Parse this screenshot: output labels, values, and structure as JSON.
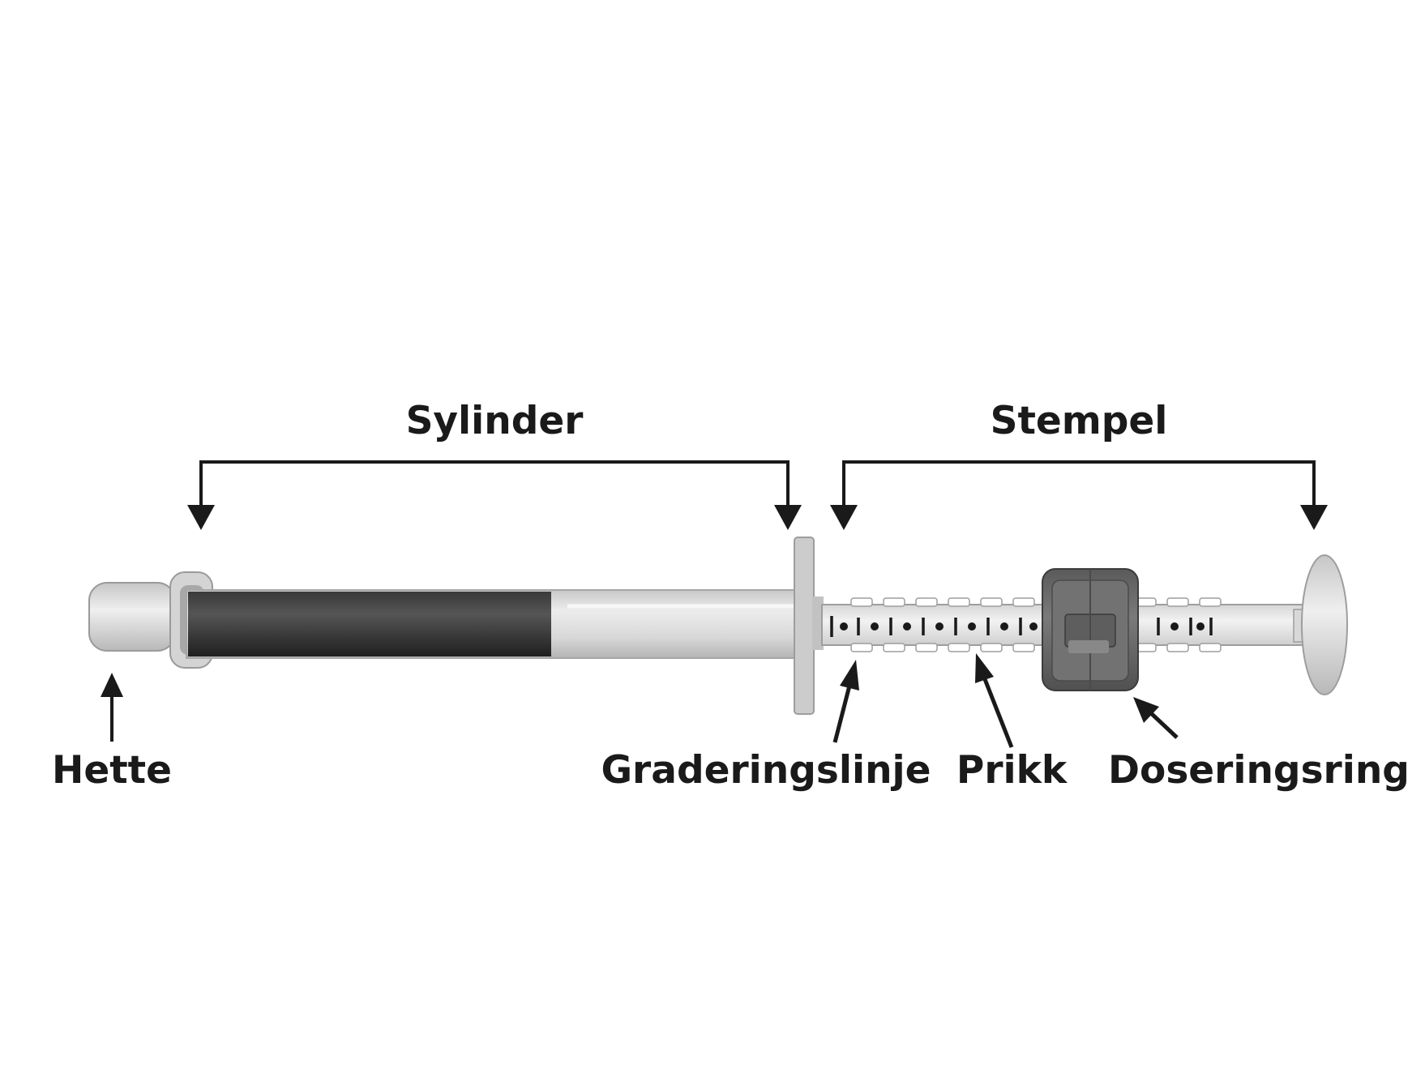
{
  "labels": {
    "sylinder": "Sylinder",
    "stempel": "Stempel",
    "hette": "Hette",
    "graderingslinje": "Graderingslinje",
    "prikk": "Prikk",
    "doseringsring": "Doseringsring"
  },
  "colors": {
    "line": "#1a1a1a",
    "medicine": "#2e2e2e",
    "barrel": "#d4d4d4",
    "plastic": "#cfcfcf",
    "plunger": "#e6e6e6",
    "ring": "#6a6a6a"
  }
}
